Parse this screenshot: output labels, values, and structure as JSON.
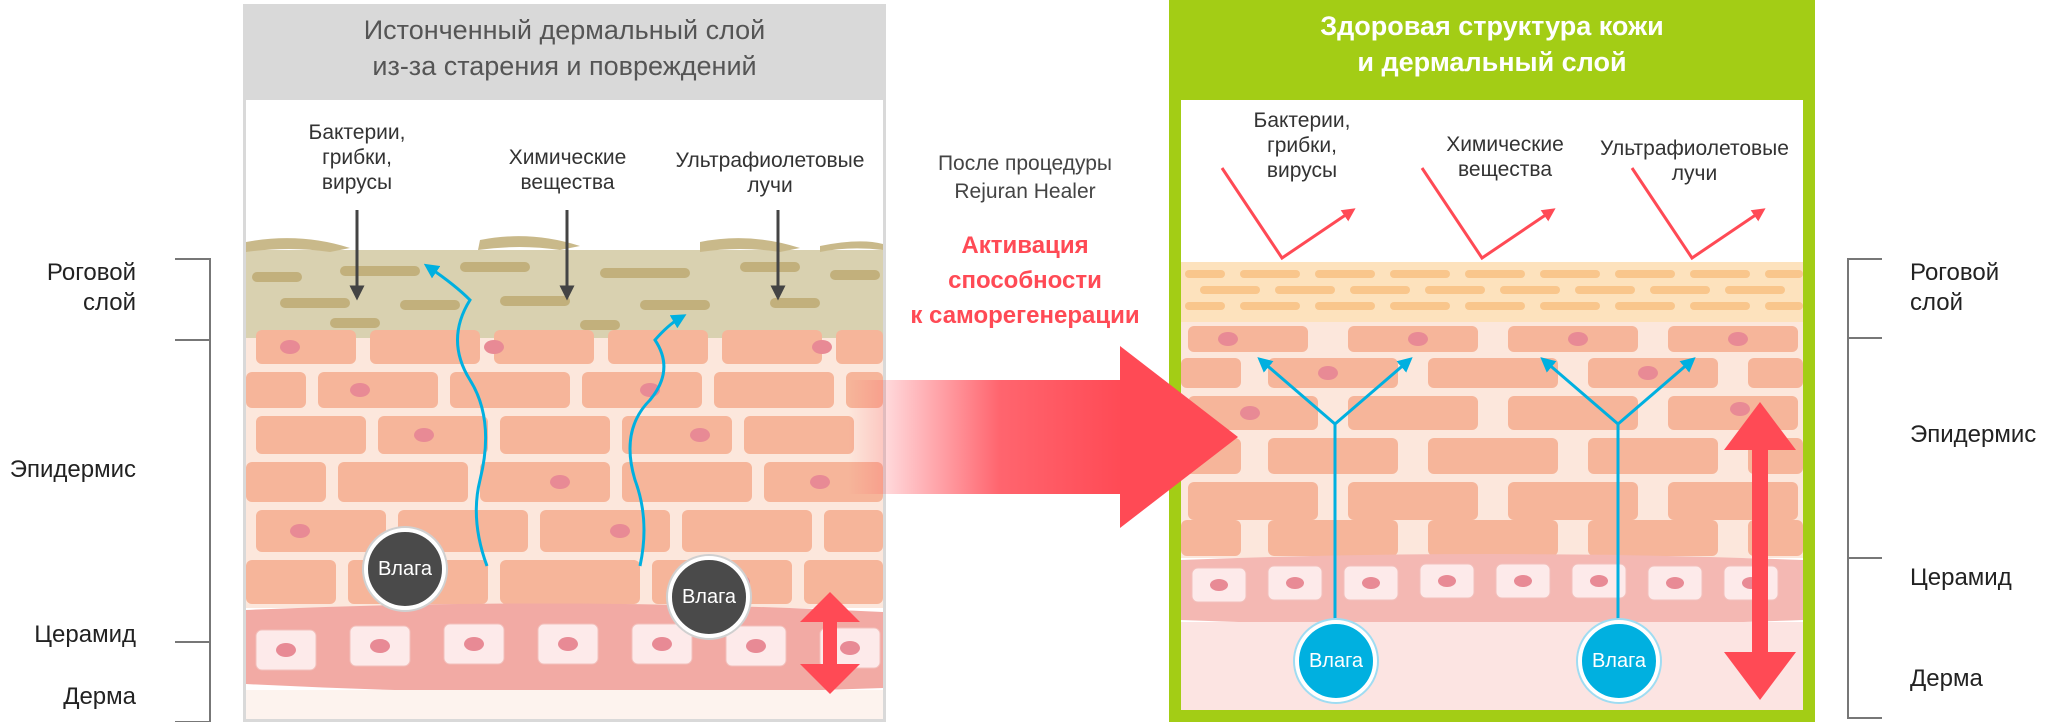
{
  "left_title": "Истонченный дермальный слой\nиз-за старения и повреждений",
  "right_title": "Здоровая структура кожи\nи дермальный слой",
  "left_labels": {
    "stratum": "Роговой\nслой",
    "epidermis": "Эпидермис",
    "ceramide": "Церамид",
    "dermis": "Дерма"
  },
  "right_labels": {
    "stratum": "Роговой\nслой",
    "epidermis": "Эпидермис",
    "ceramide": "Церамид",
    "dermis": "Дерма"
  },
  "threats_left": [
    "Бактерии,\nгрибки,\nвирусы",
    "Химические\nвещества",
    "Ультрафиолетовые\nлучи"
  ],
  "threats_right": [
    "Бактерии,\nгрибки,\nвирусы",
    "Химические\nвещества",
    "Ультрафиолетовые\nлучи"
  ],
  "moisture_label": "Влага",
  "middle": {
    "procedure": "После процедуры\nRejuran Healer",
    "activation": "Активация\nспособности\nк саморегенерации"
  },
  "colors": {
    "left_frame": "#d9d9d9",
    "right_frame": "#a3cd15",
    "accent_red": "#ff4a55",
    "moisture_blue": "#00b0e0",
    "moisture_dark": "#4a4a4a",
    "cell": "#f6b59a",
    "nucleus": "#e88a95"
  }
}
